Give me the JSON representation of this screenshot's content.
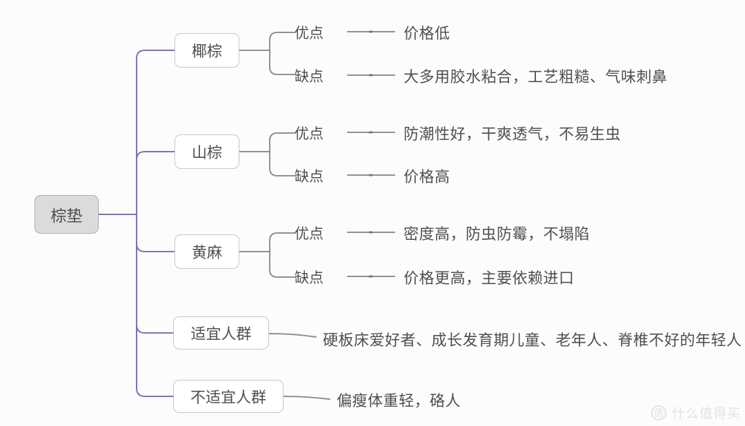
{
  "root": {
    "label": "棕垫"
  },
  "branches": [
    {
      "label": "椰棕",
      "children": [
        {
          "label": "优点",
          "leaf": "价格低"
        },
        {
          "label": "缺点",
          "leaf": "大多用胶水粘合，工艺粗糙、气味刺鼻"
        }
      ]
    },
    {
      "label": "山棕",
      "children": [
        {
          "label": "优点",
          "leaf": "防潮性好，干爽透气，不易生虫"
        },
        {
          "label": "缺点",
          "leaf": "价格高"
        }
      ]
    },
    {
      "label": "黄麻",
      "children": [
        {
          "label": "优点",
          "leaf": "密度高，防虫防霉，不塌陷"
        },
        {
          "label": "缺点",
          "leaf": "价格更高，主要依赖进口"
        }
      ]
    },
    {
      "label": "适宜人群",
      "leaf": "硬板床爱好者、成长发育期儿童、老年人、脊椎不好的年轻人"
    },
    {
      "label": "不适宜人群",
      "leaf": "偏瘦体重轻，硌人"
    }
  ],
  "watermark": {
    "badge": "值",
    "text": "什么值得买"
  },
  "colors": {
    "bg": "#fcfcfc",
    "spine": "#7a73b2",
    "connector": "#8f8f8f",
    "connector_tick": "#757575",
    "node_border": "#c6c6c6",
    "root_bg": "#dbdbdb",
    "root_border": "#aeaeae",
    "text": "#4f4f4f",
    "watermark": "#e2e2e2"
  }
}
